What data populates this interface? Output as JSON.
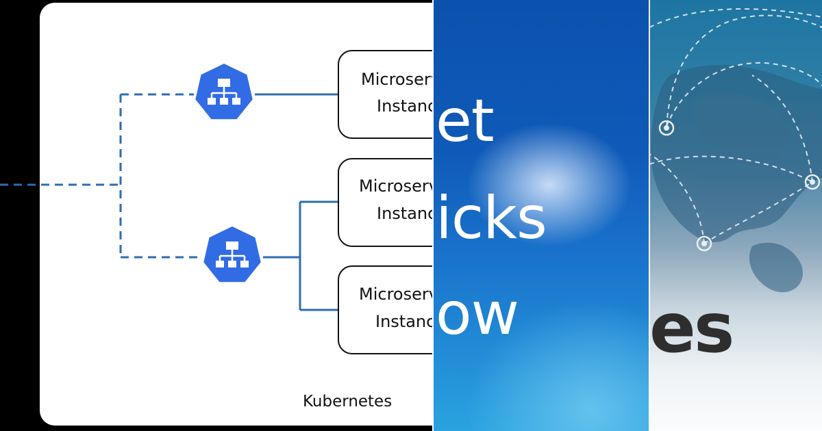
{
  "diagram": {
    "boxes": [
      {
        "line1": "Microservice",
        "line2": "Instance"
      },
      {
        "line1": "Microservice",
        "line2": "Instance"
      },
      {
        "line1": "Microservice",
        "line2": "Instance"
      }
    ],
    "footer": "Kubernetes",
    "colors": {
      "node": "#326ce5",
      "line": "#2e6dad",
      "box_stroke": "#111111"
    }
  },
  "blue_panel": {
    "words": [
      "et",
      "icks",
      "ow"
    ]
  },
  "map_panel": {
    "word": "es"
  }
}
